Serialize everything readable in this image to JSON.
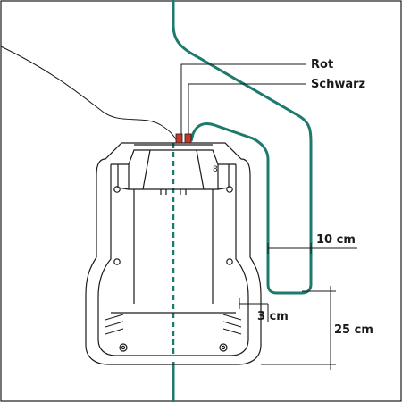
{
  "labels": {
    "rot": "Rot",
    "schwarz": "Schwarz",
    "dim_10": "10 cm",
    "dim_3": "3 cm",
    "dim_25": "25 cm"
  },
  "colors": {
    "wire": "#1e7a6d",
    "outline": "#1a1a1a",
    "background": "#ffffff",
    "connector_red": "#c0392b"
  }
}
